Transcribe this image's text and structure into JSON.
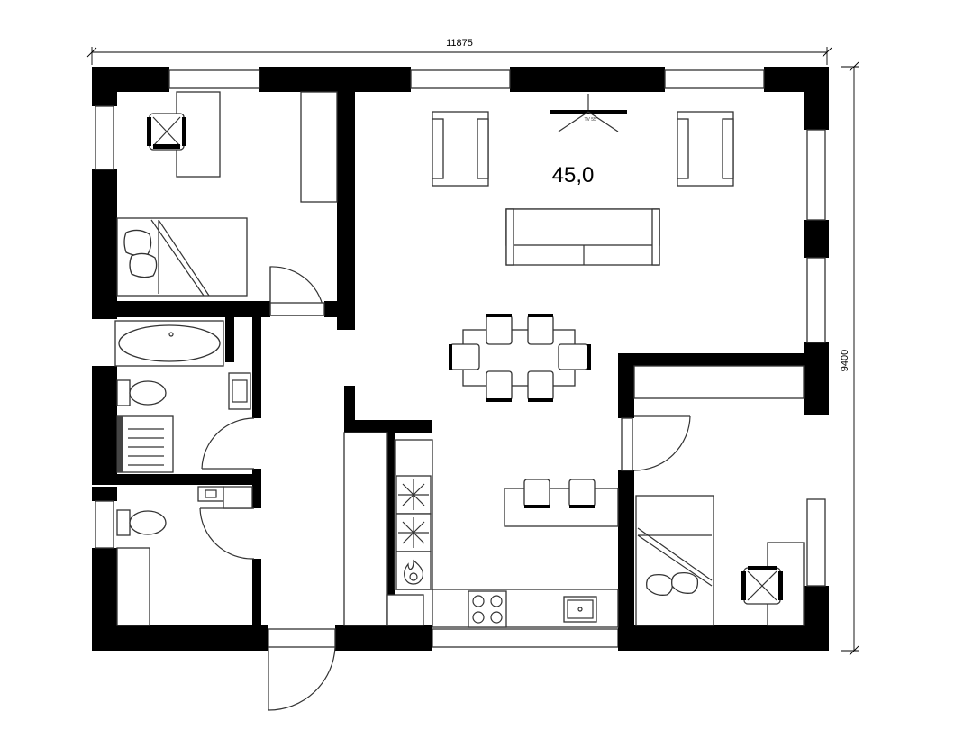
{
  "plan": {
    "width_dimension": "11875",
    "height_dimension": "9400",
    "living_area": "45,0",
    "tv_label": "TV 55\""
  }
}
